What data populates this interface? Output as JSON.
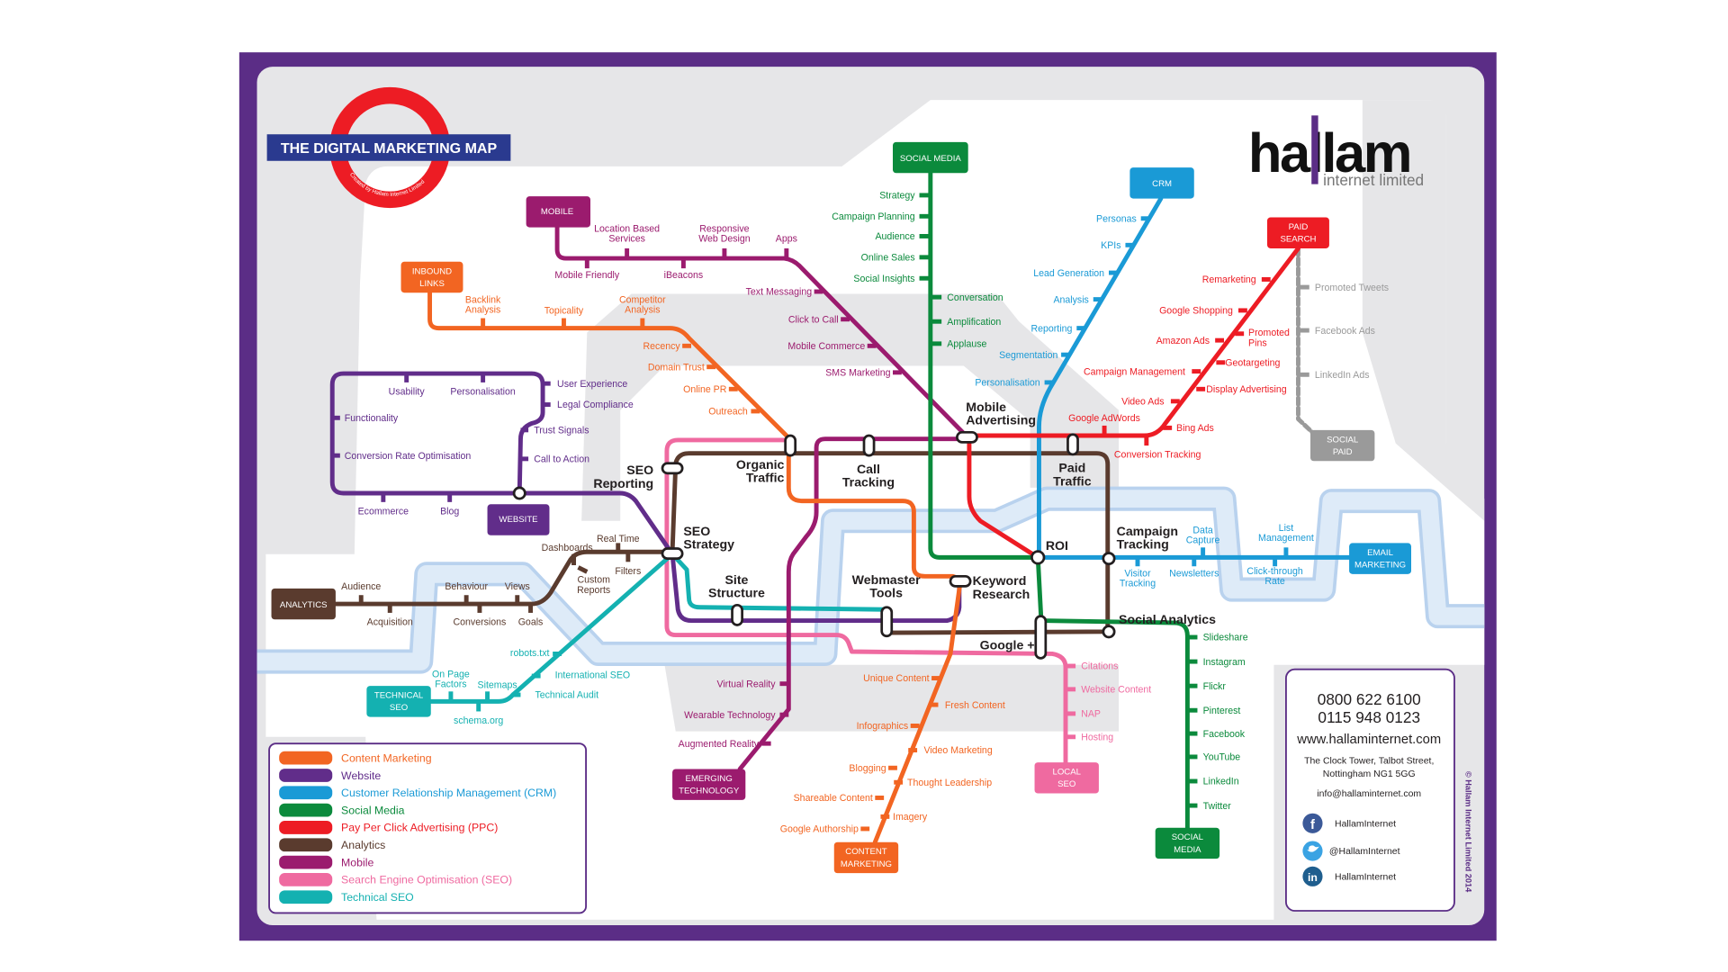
{
  "title": "THE DIGITAL MARKETING MAP",
  "roundel_caption": "Created by Hallam Internet Limited",
  "logo": {
    "name": "hallam",
    "sub": "internet limited"
  },
  "colors": {
    "content_marketing": "#f26522",
    "website": "#612d8a",
    "crm": "#1a9ad6",
    "social_media": "#0b8a3c",
    "ppc": "#ed1c24",
    "analytics": "#5a3b2e",
    "mobile": "#9b1b6e",
    "seo": "#ef6aa0",
    "technical_seo": "#14b1b1",
    "social_paid": "#9a9a9a",
    "frame": "#5b2d86",
    "river": "#cfe1f4"
  },
  "mobile": {
    "terminus": "MOBILE",
    "stations": [
      [
        "Location Based",
        "Services"
      ],
      [
        "Responsive",
        "Web Design"
      ],
      "Apps",
      "Mobile Friendly",
      "iBeacons",
      "Text Messaging",
      "Click to Call",
      "Mobile Commerce",
      "SMS Marketing"
    ]
  },
  "inbound": {
    "terminus": [
      "INBOUND",
      "LINKS"
    ],
    "stations": [
      [
        "Backlink",
        "Analysis"
      ],
      "Topicality",
      [
        "Competitor",
        "Analysis"
      ],
      "Recency",
      "Domain Trust",
      "Online PR",
      "Outreach"
    ]
  },
  "website": {
    "terminus": "WEBSITE",
    "stations": [
      "Usability",
      "Personalisation",
      "Functionality",
      "Conversion Rate Optimisation",
      "User Experience",
      "Legal Compliance",
      "Trust Signals",
      "Call to Action",
      "Ecommerce",
      "Blog"
    ]
  },
  "social": {
    "terminus": "SOCIAL MEDIA",
    "stations": [
      "Strategy",
      "Campaign Planning",
      "Audience",
      "Online Sales",
      "Social Insights",
      "Conversation",
      "Amplification",
      "Applause"
    ]
  },
  "crm": {
    "terminus": "CRM",
    "stations": [
      "Personas",
      "KPIs",
      "Lead Generation",
      "Analysis",
      "Reporting",
      "Segmentation",
      "Personalisation"
    ]
  },
  "paid": {
    "terminus": [
      "PAID",
      "SEARCH"
    ],
    "stations": [
      "Remarketing",
      "Google Shopping",
      [
        "Promoted",
        "Pins"
      ],
      "Amazon Ads",
      "Geotargeting",
      "Campaign Management",
      "Display Advertising",
      "Video Ads",
      "Google AdWords",
      "Bing Ads",
      "Conversion Tracking"
    ]
  },
  "social_paid": {
    "terminus": [
      "SOCIAL",
      "PAID"
    ],
    "stations": [
      "Promoted Tweets",
      "Facebook Ads",
      "LinkedIn Ads"
    ]
  },
  "analytics": {
    "terminus": "ANALYTICS",
    "stations": [
      "Audience",
      "Acquisition",
      "Behaviour",
      "Views",
      "Conversions",
      "Goals",
      "Dashboards",
      "Real Time",
      [
        "Custom",
        "Reports"
      ],
      "Filters"
    ]
  },
  "technical": {
    "terminus": [
      "TECHNICAL",
      "SEO"
    ],
    "stations": [
      [
        "On Page",
        "Factors"
      ],
      "Sitemaps",
      "schema.org",
      "robots.txt",
      "International SEO",
      "Technical Audit"
    ]
  },
  "emerging": {
    "terminus": [
      "EMERGING",
      "TECHNOLOGY"
    ],
    "stations": [
      "Virtual Reality",
      "Wearable Technology",
      "Augmented Reality"
    ]
  },
  "content": {
    "terminus": [
      "CONTENT",
      "MARKETING"
    ],
    "stations": [
      "Unique Content",
      "Fresh Content",
      "Infographics",
      "Video Marketing",
      "Blogging",
      "Thought Leadership",
      "Shareable Content",
      "Imagery",
      "Google Authorship"
    ]
  },
  "local": {
    "terminus": [
      "LOCAL",
      "SEO"
    ],
    "stations": [
      "Citations",
      "Website Content",
      "NAP",
      "Hosting"
    ]
  },
  "social2": {
    "terminus": [
      "SOCIAL",
      "MEDIA"
    ],
    "stations": [
      "Slideshare",
      "Instagram",
      "Flickr",
      "Pinterest",
      "Facebook",
      "YouTube",
      "LinkedIn",
      "Twitter"
    ]
  },
  "email": {
    "terminus": [
      "EMAIL",
      "MARKETING"
    ],
    "stations": [
      [
        "Data",
        "Capture"
      ],
      [
        "List",
        "Management"
      ],
      [
        "Visitor",
        "Tracking"
      ],
      "Newsletters",
      [
        "Click-through",
        "Rate"
      ]
    ]
  },
  "interchanges": {
    "seo_reporting": [
      "SEO",
      "Reporting"
    ],
    "organic_traffic": [
      "Organic",
      "Traffic"
    ],
    "call_tracking": [
      "Call",
      "Tracking"
    ],
    "mobile_advertising": [
      "Mobile",
      "Advertising"
    ],
    "paid_traffic": [
      "Paid",
      "Traffic"
    ],
    "seo_strategy": [
      "SEO",
      "Strategy"
    ],
    "site_structure": [
      "Site",
      "Structure"
    ],
    "webmaster_tools": [
      "Webmaster",
      "Tools"
    ],
    "keyword_research": [
      "Keyword",
      "Research"
    ],
    "roi": "ROI",
    "campaign_tracking": [
      "Campaign",
      "Tracking"
    ],
    "social_analytics": "Social Analytics",
    "google_plus": "Google +"
  },
  "legend": [
    {
      "label": "Content Marketing",
      "color": "#f26522"
    },
    {
      "label": "Website",
      "color": "#612d8a"
    },
    {
      "label": "Customer Relationship Management (CRM)",
      "color": "#1a9ad6"
    },
    {
      "label": "Social Media",
      "color": "#0b8a3c"
    },
    {
      "label": "Pay Per Click Advertising (PPC)",
      "color": "#ed1c24"
    },
    {
      "label": "Analytics",
      "color": "#5a3b2e"
    },
    {
      "label": "Mobile",
      "color": "#9b1b6e"
    },
    {
      "label": "Search Engine Optimisation (SEO)",
      "color": "#ef6aa0"
    },
    {
      "label": "Technical SEO",
      "color": "#14b1b1"
    }
  ],
  "contact": {
    "phone1": "0800 622 6100",
    "phone2": "0115 948 0123",
    "website": "www.hallaminternet.com",
    "address1": "The Clock Tower, Talbot Street,",
    "address2": "Nottingham NG1 5GG",
    "email": "info@hallaminternet.com",
    "facebook": "HallamInternet",
    "twitter": "@HallamInternet",
    "linkedin": "HallamInternet"
  },
  "copyright": "© Hallam Internet Limited 2014"
}
